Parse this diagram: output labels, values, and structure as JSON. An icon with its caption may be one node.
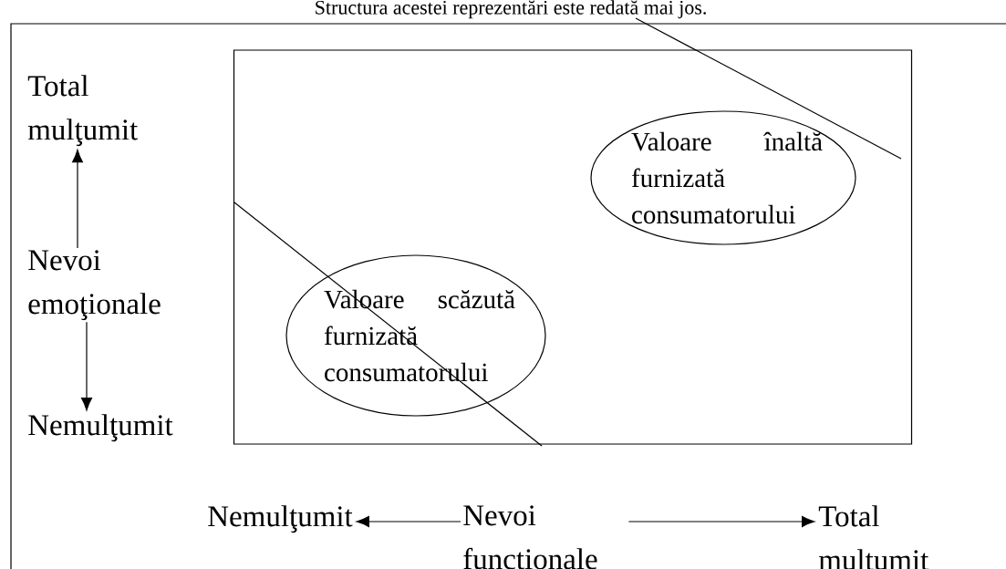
{
  "diagram": {
    "title": "Structura acestei reprezentări este redată mai jos.",
    "nodes": [
      {
        "text": [],
        "shape": "box"
      },
      {
        "text": [
          "Valoare înaltă furnizată consumatorului"
        ],
        "in": 0
      },
      {
        "text": [
          "Valoare scăzută furnizată consumatorului"
        ],
        "in": 0
      },
      {
        "text": [
          "Total mulţumit"
        ]
      },
      {
        "text": [
          "Nevoi emoţionale"
        ]
      },
      {
        "text": [
          "Nemulţumit"
        ]
      },
      {
        "text": [
          "Nemulţumit"
        ]
      },
      {
        "text": [
          "Nevoi functionale"
        ]
      },
      {
        "text": [
          "Total multumit"
        ]
      }
    ],
    "edges": [
      {
        "from": 4,
        "to": 3,
        "arrow": "to"
      },
      {
        "from": 4,
        "to": 5,
        "arrow": "to"
      },
      {
        "from": 7,
        "to": 6,
        "arrow": "to"
      },
      {
        "from": 7,
        "to": 8,
        "arrow": "to"
      }
    ]
  }
}
